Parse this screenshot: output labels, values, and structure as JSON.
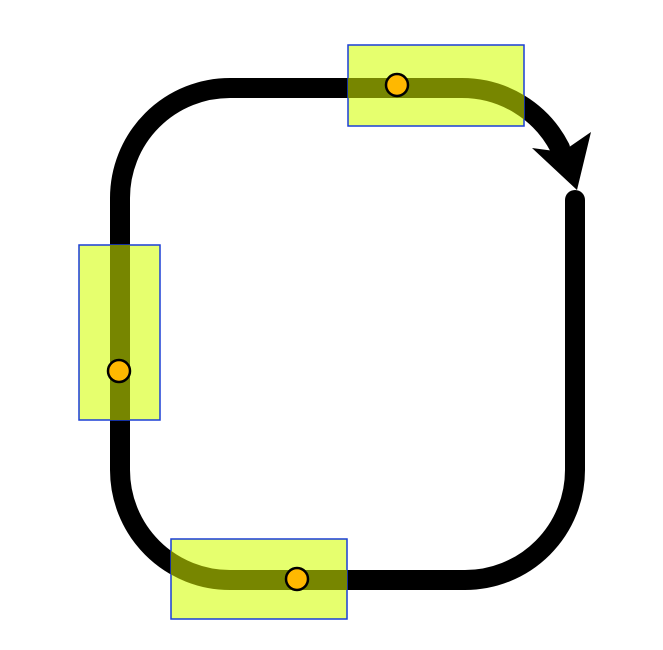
{
  "diagram": {
    "colors": {
      "background": "#ffffff",
      "loop_stroke": "#000000",
      "highlight_fill": "#e6ff6e",
      "highlight_border": "#1a3fd6",
      "overlap_shade": "#778600",
      "marker_fill": "#ffb800",
      "marker_stroke": "#000000"
    },
    "loop": {
      "direction": "clockwise",
      "arrowhead": true
    },
    "highlight_boxes": [
      {
        "id": "top",
        "orientation": "horizontal",
        "has_marker": true
      },
      {
        "id": "left",
        "orientation": "vertical",
        "has_marker": true
      },
      {
        "id": "bottom",
        "orientation": "horizontal",
        "has_marker": true
      }
    ]
  }
}
